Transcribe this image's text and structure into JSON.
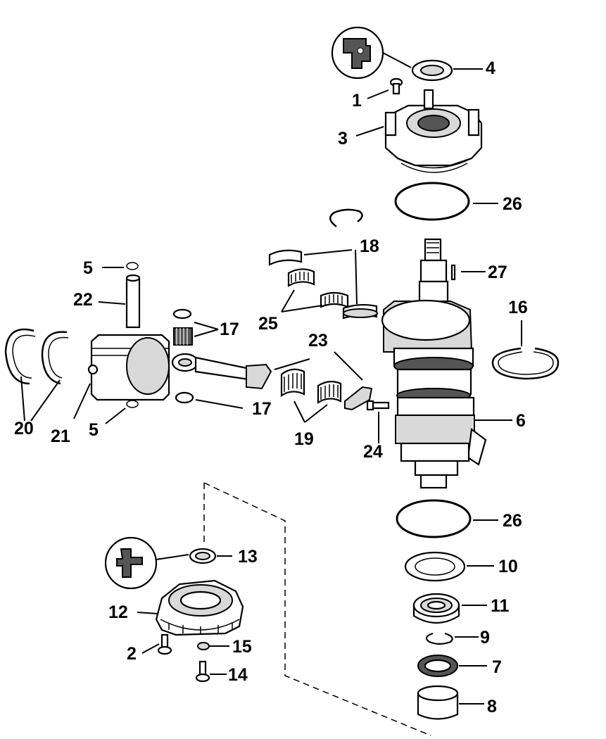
{
  "diagram": {
    "callouts": [
      {
        "id": "c1",
        "label": "1"
      },
      {
        "id": "c2",
        "label": "2"
      },
      {
        "id": "c3",
        "label": "3"
      },
      {
        "id": "c4",
        "label": "4"
      },
      {
        "id": "c5a",
        "label": "5"
      },
      {
        "id": "c5b",
        "label": "5"
      },
      {
        "id": "c6",
        "label": "6"
      },
      {
        "id": "c7",
        "label": "7"
      },
      {
        "id": "c8",
        "label": "8"
      },
      {
        "id": "c9",
        "label": "9"
      },
      {
        "id": "c10",
        "label": "10"
      },
      {
        "id": "c11",
        "label": "11"
      },
      {
        "id": "c12",
        "label": "12"
      },
      {
        "id": "c13",
        "label": "13"
      },
      {
        "id": "c14",
        "label": "14"
      },
      {
        "id": "c15",
        "label": "15"
      },
      {
        "id": "c16",
        "label": "16"
      },
      {
        "id": "c17a",
        "label": "17"
      },
      {
        "id": "c17b",
        "label": "17"
      },
      {
        "id": "c18",
        "label": "18"
      },
      {
        "id": "c19",
        "label": "19"
      },
      {
        "id": "c20",
        "label": "20"
      },
      {
        "id": "c21",
        "label": "21"
      },
      {
        "id": "c22",
        "label": "22"
      },
      {
        "id": "c23",
        "label": "23"
      },
      {
        "id": "c24",
        "label": "24"
      },
      {
        "id": "c25",
        "label": "25"
      },
      {
        "id": "c26a",
        "label": "26"
      },
      {
        "id": "c26b",
        "label": "26"
      },
      {
        "id": "c27",
        "label": "27"
      }
    ]
  }
}
